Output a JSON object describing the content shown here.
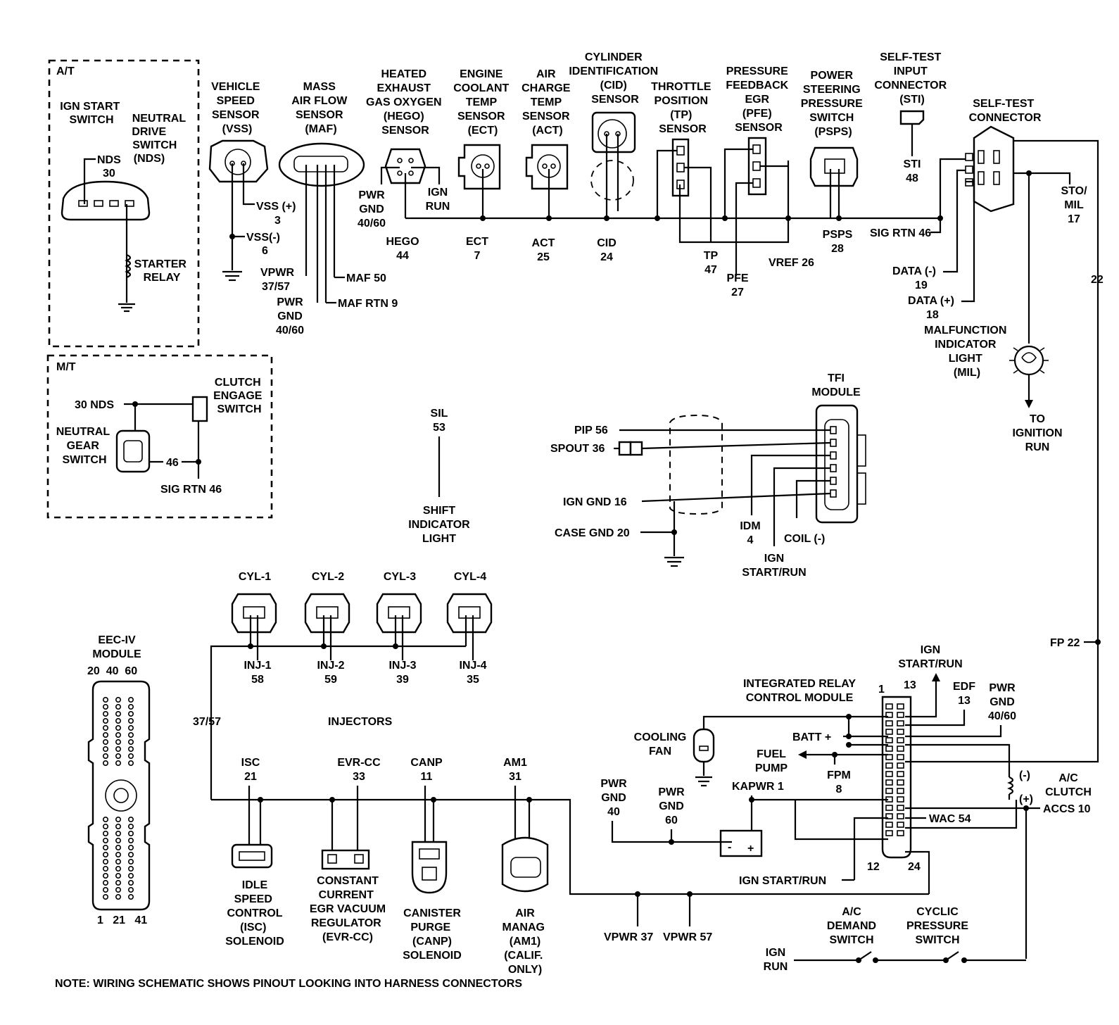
{
  "diagram": {
    "note": "NOTE: WIRING SCHEMATIC SHOWS PINOUT LOOKING INTO HARNESS CONNECTORS",
    "at_box": {
      "title": "A/T",
      "ign_start_switch": [
        "IGN START",
        "SWITCH"
      ],
      "nds_switch": [
        "NEUTRAL",
        "DRIVE",
        "SWITCH",
        "(NDS)"
      ],
      "nds_pin": [
        "NDS",
        "30"
      ],
      "starter_relay": [
        "STARTER",
        "RELAY"
      ]
    },
    "mt_box": {
      "title": "M/T",
      "nds30": "30 NDS",
      "clutch": [
        "CLUTCH",
        "ENGAGE",
        "SWITCH"
      ],
      "neutral_gear": [
        "NEUTRAL",
        "GEAR",
        "SWITCH"
      ],
      "pin46": "46",
      "sig_rtn": "SIG RTN 46"
    },
    "sensors": {
      "vss": [
        "VEHICLE",
        "SPEED",
        "SENSOR",
        "(VSS)"
      ],
      "vss_plus": [
        "VSS (+)",
        "3"
      ],
      "vss_minus": [
        "VSS(-)",
        "6"
      ],
      "maf": [
        "MASS",
        "AIR FLOW",
        "SENSOR",
        "(MAF)"
      ],
      "maf_vpwr": [
        "VPWR",
        "37/57"
      ],
      "maf_pwr_gnd": [
        "PWR",
        "GND",
        "40/60"
      ],
      "maf50": "MAF 50",
      "maf_rtn": "MAF RTN 9",
      "hego": [
        "HEATED",
        "EXHAUST",
        "GAS OXYGEN",
        "(HEGO)",
        "SENSOR"
      ],
      "hego_pwr_gnd": [
        "PWR",
        "GND",
        "40/60"
      ],
      "hego_ign_run": [
        "IGN",
        "RUN"
      ],
      "hego_pin": [
        "HEGO",
        "44"
      ],
      "ect": [
        "ENGINE",
        "COOLANT",
        "TEMP",
        "SENSOR",
        "(ECT)"
      ],
      "ect_pin": [
        "ECT",
        "7"
      ],
      "act": [
        "AIR",
        "CHARGE",
        "TEMP",
        "SENSOR",
        "(ACT)"
      ],
      "act_pin": [
        "ACT",
        "25"
      ],
      "cid": [
        "CYLINDER",
        "IDENTIFICATION",
        "(CID)",
        "SENSOR"
      ],
      "cid_pin": [
        "CID",
        "24"
      ],
      "tp": [
        "THROTTLE",
        "POSITION",
        "(TP)",
        "SENSOR"
      ],
      "tp_pin": [
        "TP",
        "47"
      ],
      "pfe": [
        "PRESSURE",
        "FEEDBACK",
        "EGR",
        "(PFE)",
        "SENSOR"
      ],
      "pfe_pin": [
        "PFE",
        "27"
      ],
      "vref": "VREF 26",
      "psps": [
        "POWER",
        "STEERING",
        "PRESSURE",
        "SWITCH",
        "(PSPS)"
      ],
      "psps_pin": [
        "PSPS",
        "28"
      ],
      "sti": [
        "SELF-TEST",
        "INPUT",
        "CONNECTOR",
        "(STI)"
      ],
      "sti_pin": [
        "STI",
        "48"
      ],
      "self_test": [
        "SELF-TEST",
        "CONNECTOR"
      ],
      "sig_rtn": "SIG RTN 46",
      "sto": [
        "STO/",
        "MIL",
        "17"
      ],
      "data_minus": [
        "DATA (-)",
        "19"
      ],
      "data_plus": [
        "DATA (+)",
        "18"
      ],
      "wire22": "22",
      "mil": [
        "MALFUNCTION",
        "INDICATOR",
        "LIGHT",
        "(MIL)"
      ],
      "to_ign": [
        "TO",
        "IGNITION",
        "RUN"
      ]
    },
    "sil": {
      "pin": [
        "SIL",
        "53"
      ],
      "label": [
        "SHIFT",
        "INDICATOR",
        "LIGHT"
      ]
    },
    "tfi": {
      "title": [
        "TFI",
        "MODULE"
      ],
      "pip": "PIP 56",
      "spout": "SPOUT 36",
      "ign_gnd": "IGN GND 16",
      "case_gnd": "CASE GND 20",
      "idm": [
        "IDM",
        "4"
      ],
      "coil": "COIL (-)",
      "ign_start_run": [
        "IGN",
        "START/RUN"
      ]
    },
    "injectors": {
      "title": "INJECTORS",
      "cyls": [
        "CYL-1",
        "CYL-2",
        "CYL-3",
        "CYL-4"
      ],
      "inj": [
        [
          "INJ-1",
          "58"
        ],
        [
          "INJ-2",
          "59"
        ],
        [
          "INJ-3",
          "39"
        ],
        [
          "INJ-4",
          "35"
        ]
      ],
      "wire": "37/57"
    },
    "eec": {
      "title": [
        "EEC-IV",
        "MODULE"
      ],
      "top_pins": "20  40  60",
      "bottom_pins": "1   21   41"
    },
    "solenoids": {
      "isc_pin": [
        "ISC",
        "21"
      ],
      "isc": [
        "IDLE",
        "SPEED",
        "CONTROL",
        "(ISC)",
        "SOLENOID"
      ],
      "evr_pin": [
        "EVR-CC",
        "33"
      ],
      "evr": [
        "CONSTANT",
        "CURRENT",
        "EGR VACUUM",
        "REGULATOR",
        "(EVR-CC)"
      ],
      "canp_pin": [
        "CANP",
        "11"
      ],
      "canp": [
        "CANISTER",
        "PURGE",
        "(CANP)",
        "SOLENOID"
      ],
      "am1_pin": [
        "AM1",
        "31"
      ],
      "am1": [
        "AIR",
        "MANAG",
        "(AM1)",
        "(CALIF.",
        "ONLY)"
      ],
      "vpwr37": "VPWR 37",
      "vpwr57": "VPWR 57"
    },
    "relay": {
      "title": [
        "INTEGRATED RELAY",
        "CONTROL MODULE"
      ],
      "ign_start_run_top": [
        "IGN",
        "START/RUN"
      ],
      "pin1": "1",
      "pin13": "13",
      "edf": [
        "EDF",
        "13"
      ],
      "pwr_gnd": [
        "PWR",
        "GND",
        "40/60"
      ],
      "fp22": "FP 22",
      "cooling_fan": [
        "COOLING",
        "FAN"
      ],
      "batt": "BATT +",
      "fuel_pump": [
        "FUEL",
        "PUMP"
      ],
      "fpm": [
        "FPM",
        "8"
      ],
      "kapwr": "KAPWR 1",
      "pwr_gnd40": [
        "PWR",
        "GND",
        "40"
      ],
      "pwr_gnd60": [
        "PWR",
        "GND",
        "60"
      ],
      "ac_clutch": [
        "A/C",
        "CLUTCH"
      ],
      "minus": "(-)",
      "plus": "(+)",
      "wac": "WAC 54",
      "accs": "ACCS 10",
      "ign_start_run_bot": "IGN START/RUN",
      "pin12": "12",
      "pin24": "24",
      "ac_demand": [
        "A/C",
        "DEMAND",
        "SWITCH"
      ],
      "cyclic": [
        "CYCLIC",
        "PRESSURE",
        "SWITCH"
      ],
      "ign_run": [
        "IGN",
        "RUN"
      ]
    }
  }
}
